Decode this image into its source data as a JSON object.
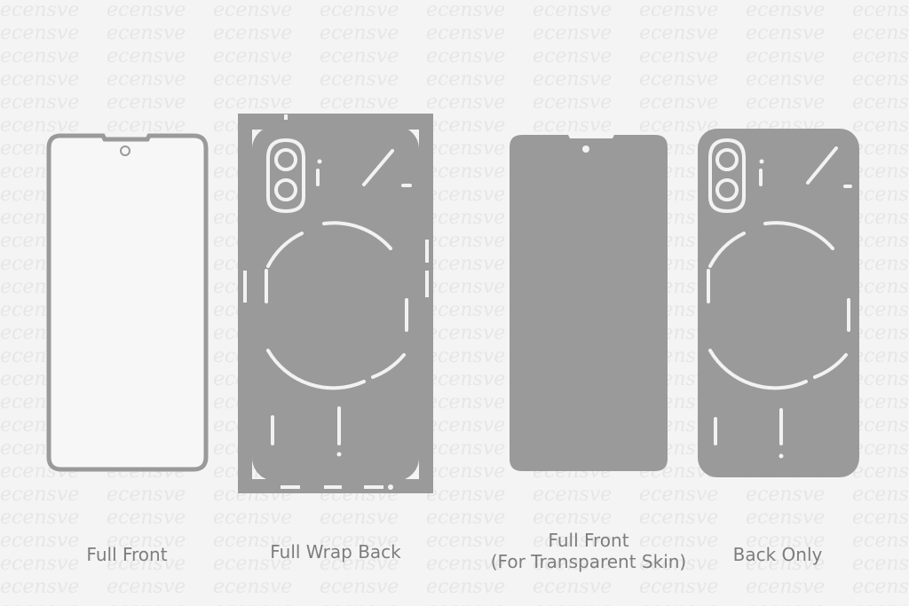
{
  "colors": {
    "background": "#f4f4f4",
    "template_fill": "#9a9a9a",
    "cut_line": "#f2f2f2",
    "label_text": "#7d7d7d",
    "watermark": "#e4e4e4"
  },
  "watermark_text": "ecensve",
  "templates": [
    {
      "id": "full-front",
      "label_lines": [
        "Full Front"
      ]
    },
    {
      "id": "full-wrap-back",
      "label_lines": [
        "Full Wrap Back"
      ]
    },
    {
      "id": "full-front-transparent",
      "label_lines": [
        "Full Front",
        "(For Transparent Skin)"
      ]
    },
    {
      "id": "back-only",
      "label_lines": [
        "Back Only"
      ]
    }
  ]
}
